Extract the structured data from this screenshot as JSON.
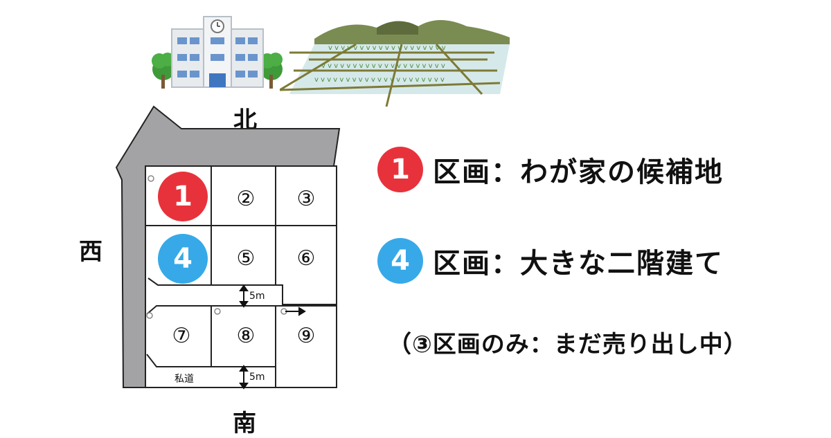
{
  "compass": {
    "north": "北",
    "south": "南",
    "west": "西"
  },
  "lots": [
    {
      "label": "1",
      "highlight": "red"
    },
    {
      "label": "②"
    },
    {
      "label": "③"
    },
    {
      "label": "4",
      "highlight": "blue"
    },
    {
      "label": "⑤"
    },
    {
      "label": "⑥"
    },
    {
      "label": "⑦"
    },
    {
      "label": "⑧"
    },
    {
      "label": "⑨"
    }
  ],
  "roads": {
    "inner_width": "5m",
    "private_label": "私道",
    "private_width": "5m"
  },
  "legend": [
    {
      "number": "1",
      "text": "区画：わが家の候補地",
      "color": "#e8323b"
    },
    {
      "number": "4",
      "text": "区画：大きな二階建て",
      "color": "#37a9e8"
    }
  ],
  "note": "（③区画のみ：まだ売り出し中）",
  "colors": {
    "red": "#e8323b",
    "blue": "#37a9e8",
    "road": "#a3a3a5",
    "road_dark": "#8e8e90"
  },
  "icons": [
    "school-building-icon",
    "rice-field-mountain-icon"
  ]
}
